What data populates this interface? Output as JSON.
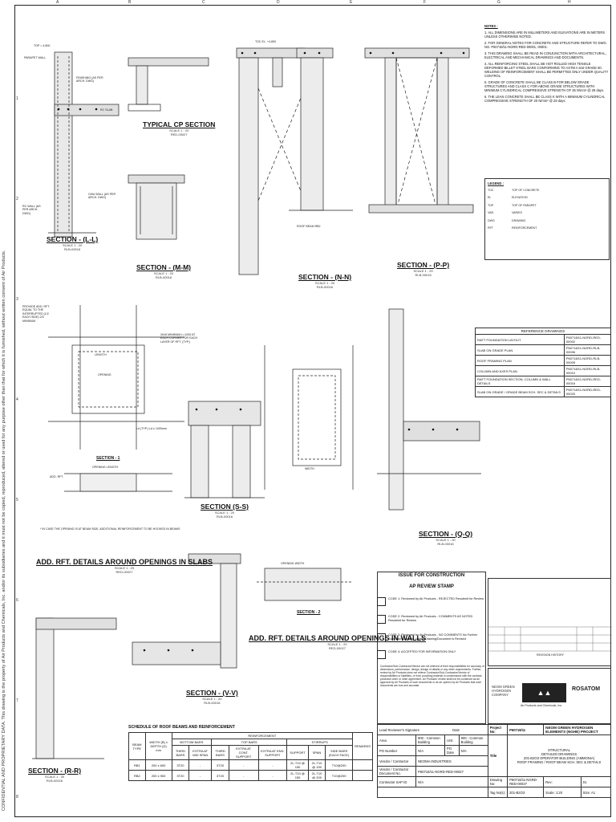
{
  "side_note": "CONFIDENTIAL AND PROPRIETARY DATA. This drawing is the property of Air Products and Chemicals, Inc. and/or its subsidiaries and it must not be copied, reproduced, altered or used for any purpose other than that for which it is furnished, without written consent of Air Products.",
  "grid_columns": [
    "A",
    "B",
    "C",
    "D",
    "E",
    "F",
    "G",
    "H"
  ],
  "grid_rows": [
    "1",
    "2",
    "3",
    "4",
    "5",
    "6",
    "7",
    "8"
  ],
  "notes_title": "NOTES :",
  "notes": [
    "1. ALL DIMENSIONS ARE IN MILLIMETERS AND ELEVATIONS ARE IN METERS UNLESS OTHERWISE NOTED.",
    "2. FOR GENERAL NOTES FOR CONCRETE AND STRUCTURE REFER TO DWG. NO. P60718/11-NGRD-RED-00001, 00001.",
    "3. THIS DRAWING SHALL BE READ IN CONJUNCTION WITH ARCHITECTURAL, ELECTRICAL AND MECHANICAL DRAWINGS AND DOCUMENTS.",
    "4. ALL REINFORCING STEEL SHALL BE HOT ROLLED HIGH TENSILE DEFORMED BILLET STEEL BARS CONFORMING TO ASTM A 615 GRADE 60. WELDING OF REINFORCEMENT SHALL BE PERMITTED ONLY UNDER QUALITY CONTROL.",
    "5. GRADE OF CONCRETE SHALL BE CLASS B FOR BELOW GRADE STRUCTURES AND CLASS C FOR ABOVE GRADE STRUCTURES WITH MINIMUM CYLINDRICAL COMPRESSIVE STRENGTH OF 35 N/mm² @ 28 days.",
    "6. THE LEAN CONCRETE SHALL BE CLASS K WITH A MINIMUM CYLINDRICAL COMPRESSIVE STRENGTH OF 20 N/mm² @ 28 days."
  ],
  "legend": {
    "title": "LEGEND :",
    "items": [
      {
        "abbr": "TOC",
        "desc": "TOP OF CONCRETE"
      },
      {
        "abbr": "EL",
        "desc": "ELEVATION"
      },
      {
        "abbr": "TOP",
        "desc": "TOP OF PARAPET"
      },
      {
        "abbr": "VAR.",
        "desc": "VARIES"
      },
      {
        "abbr": "DWG",
        "desc": "DRAWING"
      },
      {
        "abbr": "RFT",
        "desc": "REINFORCEMENT"
      }
    ]
  },
  "reference_drawings": {
    "title": "REFERENCE DRAWINGS",
    "rows": [
      {
        "name": "RAFT FOUNDATION LAYOUT",
        "number": "P60718/11-NGRD-RED-00002"
      },
      {
        "name": "SLAB ON GRADE PLAN",
        "number": "P60718/11-NGRD-RLB-00006"
      },
      {
        "name": "ROOF FRAMING PLAN",
        "number": "P60718/11-NGRD-RLB-00009"
      },
      {
        "name": "COLUMN AND AXES PLAN",
        "number": "P60718/11-NGRD-RLB-00010"
      },
      {
        "name": "RAFT FOUNDATION SECTION, COLUMN & WALL DETAILS",
        "number": "P60718/11-NGRD-RED-00016"
      },
      {
        "name": "SLAB ON GRADE / GRADE BEAM SCH. SEC & DETAILS",
        "number": "P60718/11-NGRD-RED-00020"
      }
    ]
  },
  "sections": {
    "ll": {
      "title": "SECTION - (L-L)",
      "scale": "SCALE 1 : 20",
      "ref": "RLB-00016"
    },
    "cp": {
      "title": "TYPICAL CP SECTION",
      "scale": "SCALE 1 : 20",
      "ref": "RED-00027"
    },
    "mm": {
      "title": "SECTION - (M-M)",
      "scale": "SCALE 1 : 20",
      "ref": "RLB-00016"
    },
    "nn": {
      "title": "SECTION - (N-N)",
      "scale": "SCALE 1 : 20",
      "ref": "RLB-00016"
    },
    "pp": {
      "title": "SECTION - (P-P)",
      "scale": "SCALE 1 : 20",
      "ref": "RLB-00016"
    },
    "s1": {
      "title": "SECTION - 1"
    },
    "ss": {
      "title": "SECTION (S-S)",
      "scale": "SCALE 1 : 20",
      "ref": "RLB-00016"
    },
    "qq": {
      "title": "SECTION - (Q-Q)",
      "scale": "SCALE 1 : 20",
      "ref": "RLB-00016"
    },
    "slab": {
      "title": "ADD. RFT. DETAILS AROUND OPENINGS IN SLABS",
      "scale": "SCALE 1 : 20",
      "ref": "RED-00027"
    },
    "s2": {
      "title": "SECTION - 2"
    },
    "walls": {
      "title": "ADD. RFT. DETAILS AROUND OPENINGS IN WALLS",
      "scale": "SCALE 1 : 20",
      "ref": "RED-00027"
    },
    "vv": {
      "title": "SECTION - (V-V)",
      "scale": "SCALE 1 : 20",
      "ref": "RLB-00016"
    },
    "rr": {
      "title": "SECTION - (R-R)",
      "scale": "SCALE 1 : 20",
      "ref": "RLB-00016"
    }
  },
  "labels": {
    "typ_toc": "TOP = 4.800",
    "toc_el": "TOC EL. +4.800",
    "parapet": "PARAPET WALL",
    "finishing": "FINISHING (AS PER ARCH. DWG)",
    "roof_beam": "ROOF BEAM RB2",
    "rc_slab": "RC SLAB",
    "rc_wall": "RC WALL (AS PER ARCH. DWG)",
    "cmu_wall": "CMU WALL (AS PER ARCH. DWG)",
    "opening": "OPENING",
    "opening_length": "OPENING LENGTH",
    "opening_width": "OPENING WIDTH",
    "length": "LENGTH",
    "width": "WIDTH",
    "add_rft": "ADD. RFT.",
    "provide_add_rft": "PROVIDE ADD. RFT. EQUAL TO THE INTERRUPTED (1/2 EACH SIDE) 2/3 MINIMUM",
    "bars_2t16": "2#16 MINIMUM L=1200 AT EACH CORNER FOR EACH LAYER OF RFT. (TYP.)",
    "ld": "Ld (TYP.) Ld ≥ 1000mm",
    "rebar_note": "* IN CASE THE OPENING IS AT BEAM SIDE, ADDITIONAL REINFORCEMENT TO BE HOOKED IN BEAMS"
  },
  "stamp": {
    "issue": "ISSUE FOR CONSTRUCTION",
    "review": "AP REVIEW STAMP",
    "codes": [
      "CODE 1: Reviewed by Air Products - REJECTED Resubmit for Review",
      "CODE 2: Reviewed by Air Products - COMMENTS AS NOTED Resubmit for Review",
      "CODE 3: Reviewed by Air Products - NO COMMENTS No Further Submittal Required Unless Drawing/Document is Revised",
      "CODE 4: ACCEPTED FOR INFORMATION ONLY"
    ],
    "disclaimer": "Contractor/Sub-Contractor/Vendor are not relieved of their responsibilities for accuracy of dimensions, performance, design, design of details or any other requirements. Further, review by Air Products does not relieve Contractor/Sub-Contractor/Vendor of responsibilities or liabilities, or from providing material in conformance with the contract, purchase order or other agreement. Air Products' review shall not be construed as an approval by Air Products of such documents or as an opinion by Air Products that such documents are true and accurate."
  },
  "schedule": {
    "title": "SCHEDULE OF ROOF BEAMS AND REINFORCEMENT",
    "group_reinf": "REINFORCEMENT",
    "headers": {
      "beam_type": "BEAM TYPE",
      "width": "WIDTH (B) x DEPTH (D) mm",
      "bottom_bars": "BOTTOM BARS",
      "top_bars": "TOP BARS",
      "stirrups": "STIRRUPS",
      "remarks": "REMARKS",
      "third_bars": "THIRD BARS",
      "extra_mid": "EXTRA AT MID SPAN",
      "extra_cont": "EXTRA AT CONT. SUPPORT",
      "extra_end": "EXTRA AT END. SUPPORT",
      "support": "SUPPORT",
      "span": "SPAN",
      "side_bars": "SIDE BARS (EACH FACE)"
    },
    "rows": [
      {
        "type": "RB1",
        "size": "200 x 600",
        "bottom": "3T20",
        "mid": "-",
        "top": "3T20",
        "cont": "-",
        "end": "-",
        "support": "2L-T10 @ 150",
        "span": "2L-T10 @ 150",
        "side": "T10@200"
      },
      {
        "type": "RB2",
        "size": "200 x 900",
        "bottom": "3T20",
        "mid": "-",
        "top": "3T20",
        "cont": "-",
        "end": "-",
        "support": "2L-T10 @ 150",
        "span": "2L-T10 @ 200",
        "side": "T10@200"
      }
    ]
  },
  "revision_history": "REVISION HISTORY",
  "title_block": {
    "client": "NEOM GREEN HYDROGEN COMPANY",
    "partner": "Air Products and Chemicals, Inc.",
    "contractor": "ROSATOM",
    "project_no_label": "Project No:",
    "project_no": "P60718/11",
    "project_name": "NEOM GREEN HYDROGEN ELEMENTS (NGHE) PROJECT",
    "area_label": "Area",
    "area": "900 - Common Building",
    "unit_label": "Unit",
    "unit": "900 - Common Building",
    "po_label": "PO Number",
    "po": "N/A",
    "po_date_label": "PO Date",
    "po_date": "N/A",
    "vendor_label": "Vendor / Contractor",
    "vendor": "NEOMA INDUSTRIES",
    "vendor_doc_label": "Vendor / Contractor Document No.",
    "vendor_doc": "P60718/11-NGRD-RED-00027",
    "contractor_sap_label": "Contractor SAP ID",
    "contractor_sap": "N/A",
    "title_label": "Title",
    "title_lines": [
      "STRUCTURAL",
      "DETAILED DRAWINGS",
      "201-B2O3 OPERATOR BUILDING (AMMONIA)",
      "ROOF FRAMING / ROOF BEAM SCH. SEC & DETAILS"
    ],
    "drawing_no_label": "Drawing No:",
    "drawing_no": "P60718/11-NGRD-RED-00027",
    "rev_label": "Rev:",
    "rev": "01",
    "tag_label": "Tag No(s):",
    "tag": "201-B2O3",
    "scale_label": "Scale:",
    "scale": "1:20",
    "size_label": "Size:",
    "size": "A1",
    "lead_reviewer": "Lead Reviewer's Signature",
    "date_label": "Date"
  }
}
